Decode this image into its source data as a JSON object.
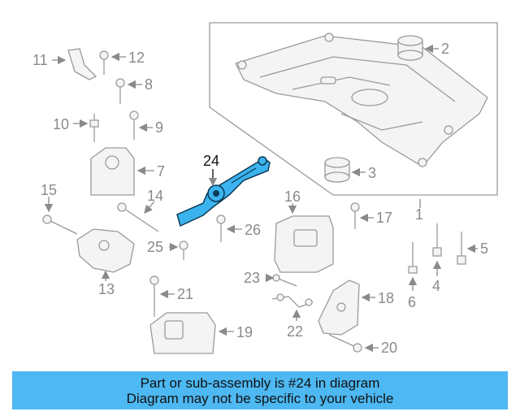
{
  "diagram": {
    "callouts": {
      "c1": "1",
      "c2": "2",
      "c3": "3",
      "c4": "4",
      "c5": "5",
      "c6": "6",
      "c7": "7",
      "c8": "8",
      "c9": "9",
      "c10": "10",
      "c11": "11",
      "c12": "12",
      "c13": "13",
      "c14": "14",
      "c15": "15",
      "c16": "16",
      "c17": "17",
      "c18": "18",
      "c19": "19",
      "c20": "20",
      "c21": "21",
      "c22": "22",
      "c23": "23",
      "c24": "24",
      "c25": "25",
      "c26": "26"
    },
    "highlighted_part": "24",
    "colors": {
      "highlight": "#3bb3ee",
      "banner": "#4db8f2",
      "outline": "#9a9a9a"
    }
  },
  "banner": {
    "line1": "Part or sub-assembly is #24 in diagram",
    "line2": "Diagram may not be specific to your vehicle"
  }
}
